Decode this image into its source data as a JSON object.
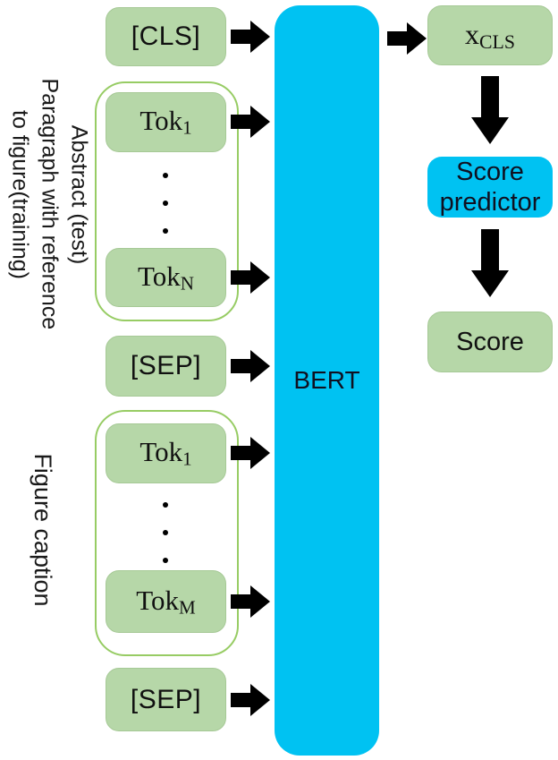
{
  "left_labels": {
    "abstract_line1": "Abstract (test)",
    "abstract_line2": "Paragraph with reference",
    "abstract_line3": "to figure(training)",
    "figure_caption": "Figure caption"
  },
  "tokens": {
    "cls": "[CLS]",
    "tok1a": "Tok",
    "tok1a_sub": "1",
    "tokN": "Tok",
    "tokN_sub": "N",
    "sep1": "[SEP]",
    "tok1b": "Tok",
    "tok1b_sub": "1",
    "tokM": "Tok",
    "tokM_sub": "M",
    "sep2": "[SEP]"
  },
  "bert_label": "BERT",
  "output": {
    "x_base": "x",
    "x_sub": "CLS",
    "score_predictor": "Score predictor",
    "score": "Score"
  },
  "colors": {
    "token_box_green": "#b6d7a8",
    "group_outline_green": "#97cc64",
    "bert_cyan": "#00c2f2",
    "arrow_black": "#000000",
    "text_black": "#111111",
    "background": "#ffffff"
  }
}
